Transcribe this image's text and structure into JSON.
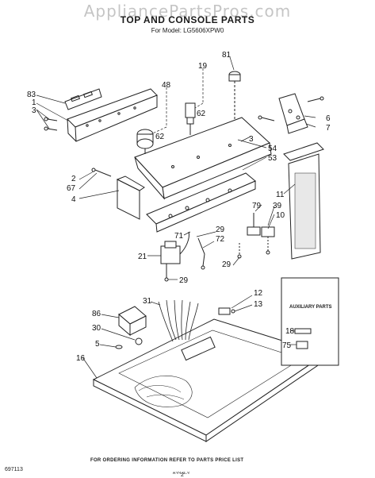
{
  "watermark": "AppliancePartsPros.com",
  "header": {
    "title": "TOP AND CONSOLE PARTS",
    "model": "For Model: LG5606XPW0"
  },
  "aux_box": {
    "title": "AUXILIARY PARTS"
  },
  "callouts": {
    "c83": "83",
    "c1": "1",
    "c3": "3",
    "c48": "48",
    "c19": "19",
    "c81": "81",
    "c62a": "62",
    "c62b": "62",
    "c6": "6",
    "c7": "7",
    "c3b": "3",
    "c54": "54",
    "c53": "53",
    "c2": "2",
    "c67": "67",
    "c4": "4",
    "c11": "11",
    "c79": "79",
    "c39": "39",
    "c10": "10",
    "c29a": "29",
    "c71": "71",
    "c72": "72",
    "c21": "21",
    "c29b": "29",
    "c29c": "29",
    "c31": "31",
    "c12": "12",
    "c13": "13",
    "c86": "86",
    "c30": "30",
    "c5": "5",
    "c16": "16",
    "c18": "18",
    "c75": "75"
  },
  "footer": {
    "doc_number": "697113",
    "ordering_info": "FOR ORDERING INFORMATION REFER TO PARTS PRICE LIST",
    "page_number": "2",
    "code": "633-9-3"
  }
}
